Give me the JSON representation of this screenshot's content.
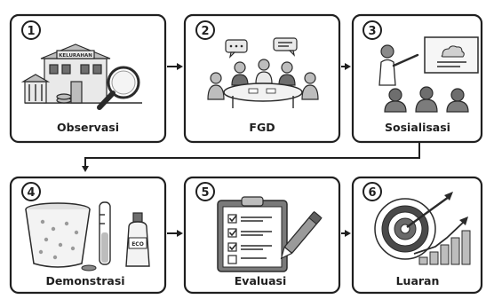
{
  "steps": [
    {
      "number": "1",
      "label": "Observasi",
      "icon": "building-magnifier-icon",
      "sign_text": "KELURAHAN"
    },
    {
      "number": "2",
      "label": "FGD",
      "icon": "discussion-group-icon"
    },
    {
      "number": "3",
      "label": "Sosialisasi",
      "icon": "presentation-icon"
    },
    {
      "number": "4",
      "label": "Demonstrasi",
      "icon": "lab-bucket-icon",
      "bottle_text": "ECO"
    },
    {
      "number": "5",
      "label": "Evaluasi",
      "icon": "clipboard-checklist-icon"
    },
    {
      "number": "6",
      "label": "Luaran",
      "icon": "target-growth-icon"
    }
  ],
  "colors": {
    "ink": "#1f1f1f",
    "background": "#ffffff"
  }
}
